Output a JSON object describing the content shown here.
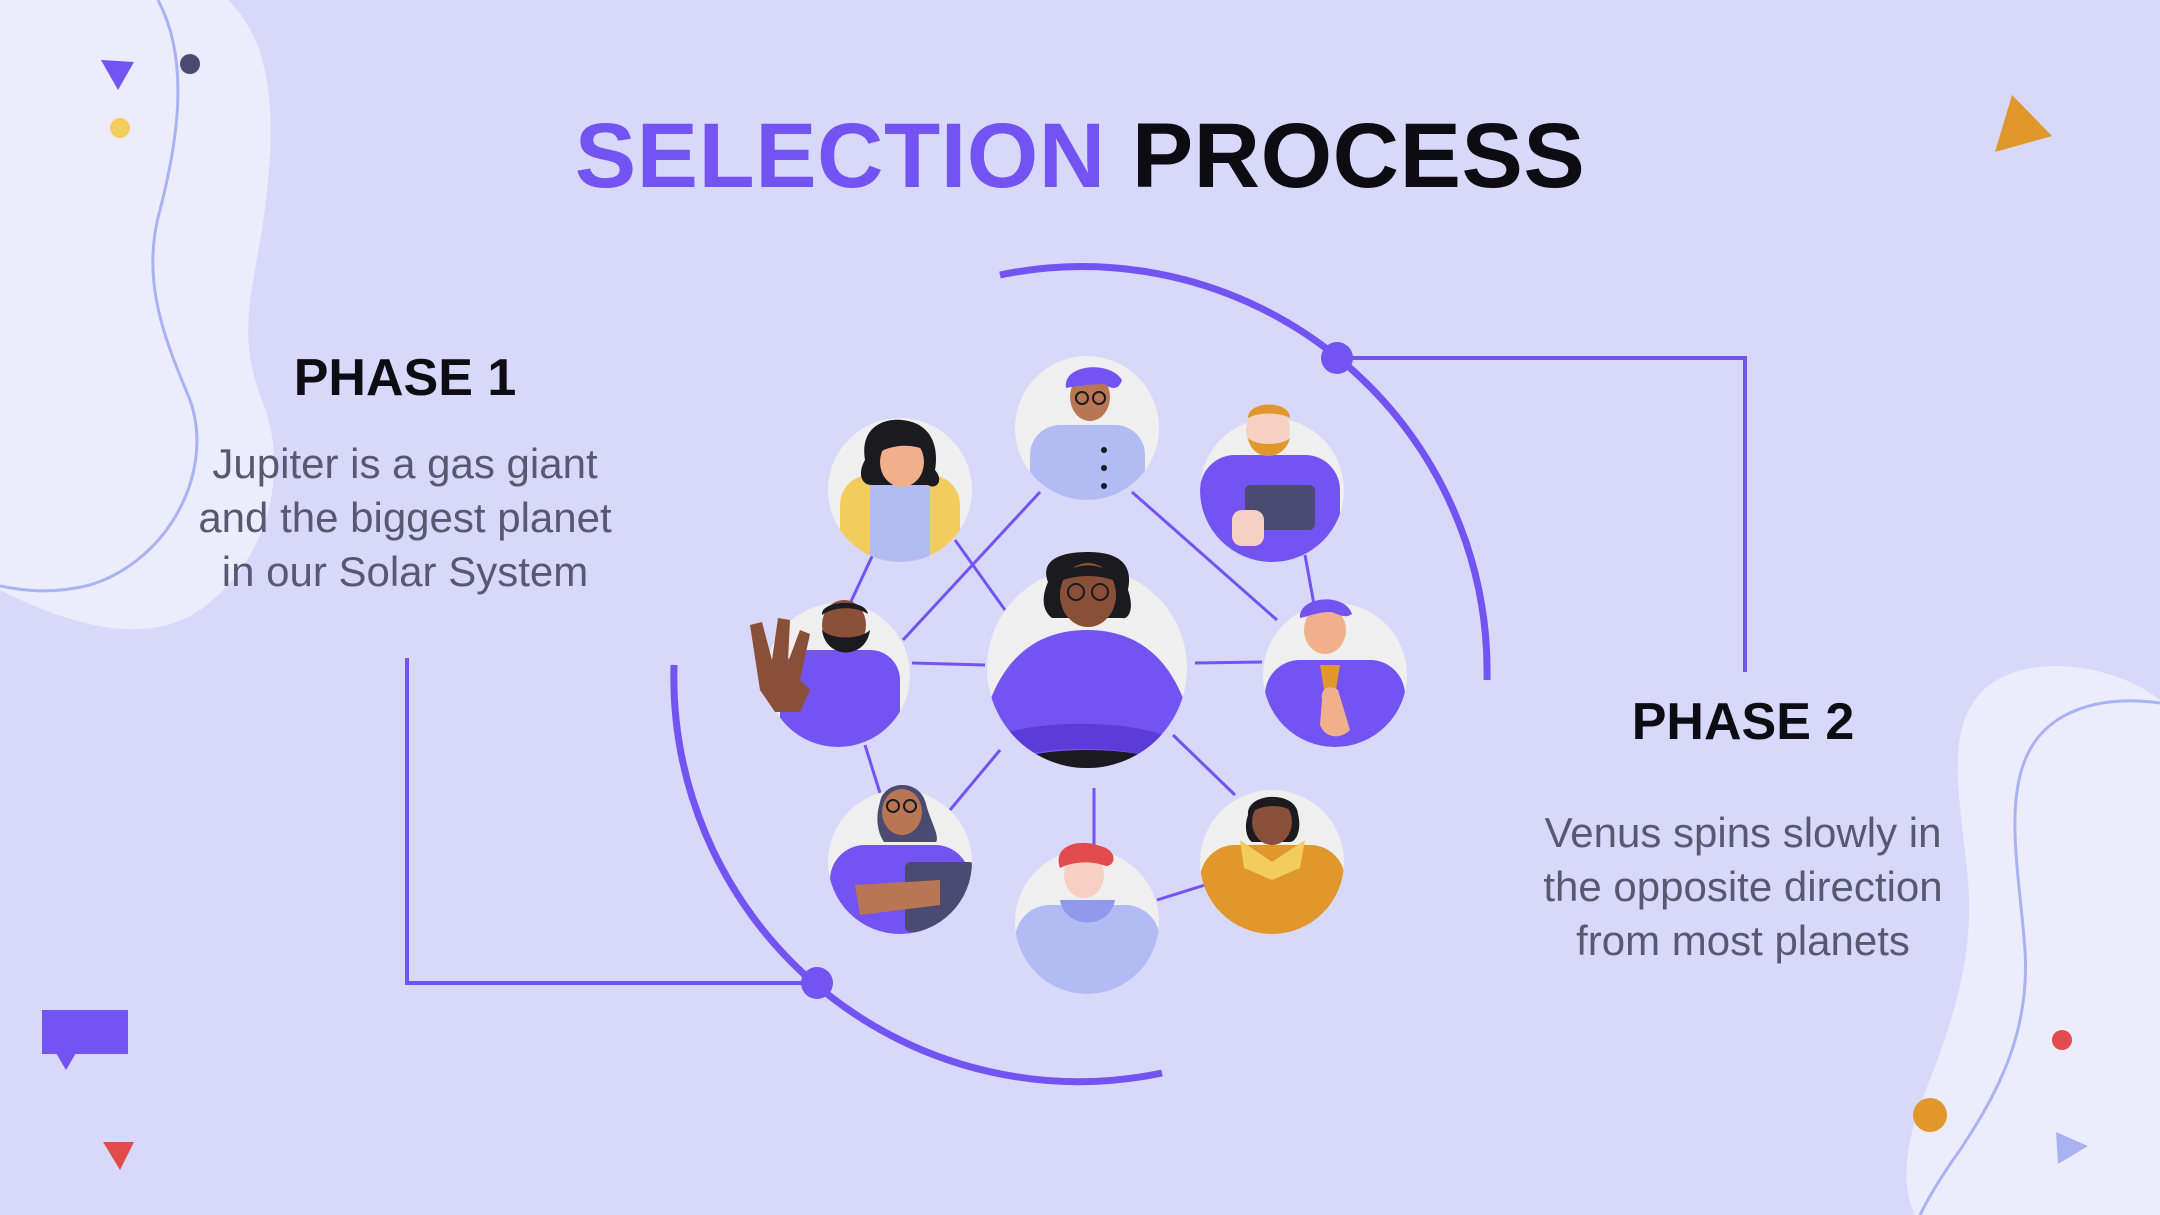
{
  "title": {
    "part1": "SELECTION",
    "part2": "PROCESS"
  },
  "phases": [
    {
      "title": "PHASE 1",
      "body": "Jupiter is a gas giant and the biggest planet in our Solar System"
    },
    {
      "title": "PHASE 2",
      "body": "Venus spins slowly in the opposite direction from most planets"
    }
  ],
  "colors": {
    "accent": "#7453f3",
    "background": "#d8d8fb",
    "blob": "#ececfd",
    "text_dark": "#0c0c12",
    "text_body": "#5a5870"
  },
  "icons": [
    "team-member-avatar",
    "speech-bubble-icon",
    "triangle-shape",
    "dot-shape"
  ]
}
